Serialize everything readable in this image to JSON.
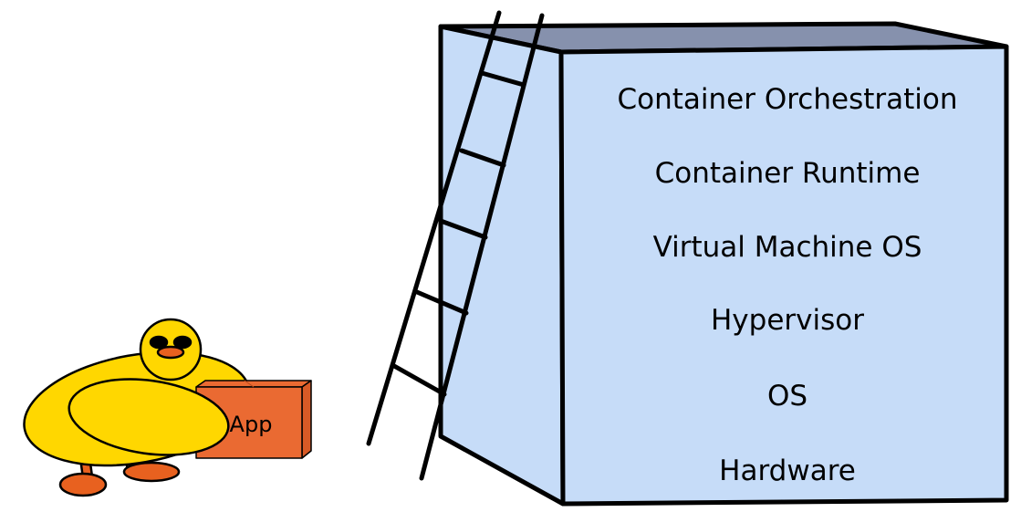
{
  "diagram": {
    "box_label": "App",
    "stack_layers": [
      "Container Orchestration",
      "Container Runtime",
      "Virtual Machine OS",
      "Hypervisor",
      "OS",
      "Hardware"
    ]
  },
  "colors": {
    "box_front": "#c6dcf8",
    "box_side": "#c6dcf8",
    "box_top": "#8691ad",
    "duck_body": "#ffd700",
    "duck_feet": "#e8611f",
    "app_box": "#ea6a32",
    "outline": "#000000"
  },
  "icons": [
    "duck-character",
    "ladder-icon",
    "cardboard-box-icon"
  ]
}
